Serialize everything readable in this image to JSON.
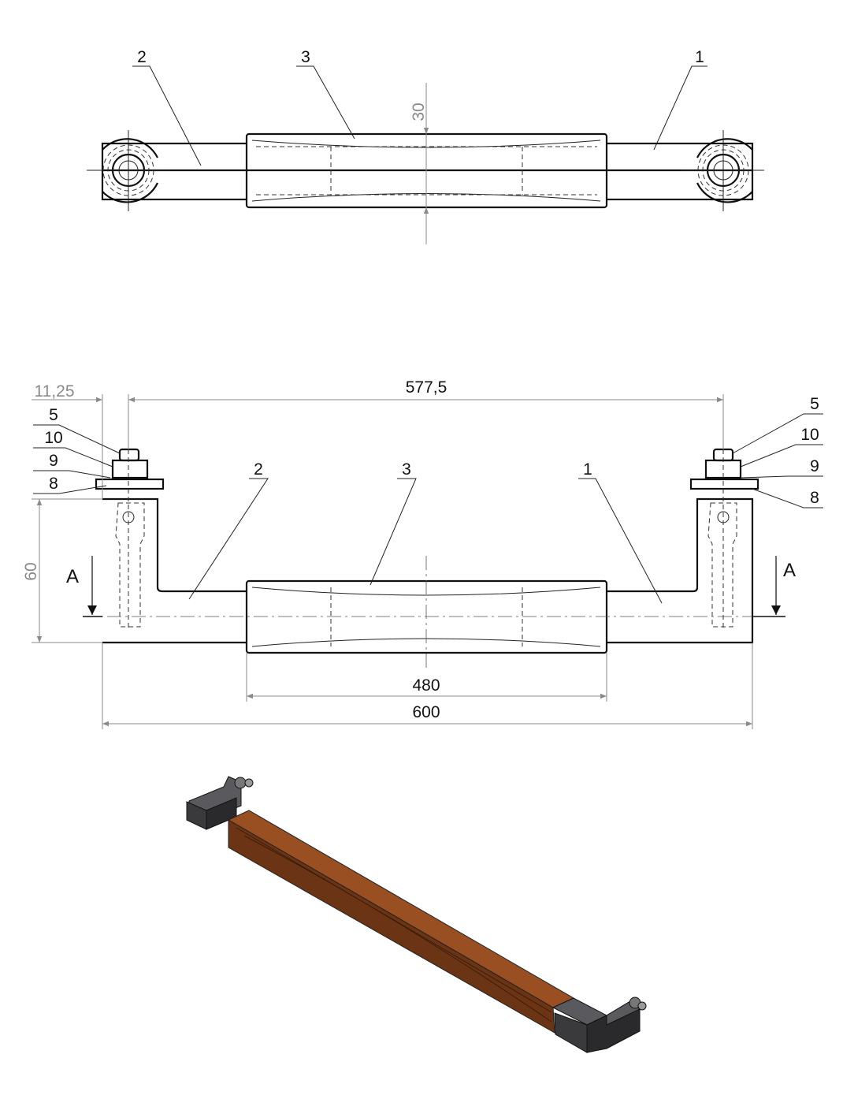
{
  "top_view": {
    "callouts": [
      "2",
      "3",
      "1"
    ],
    "dimension_height": "30"
  },
  "front_view": {
    "dimensions": {
      "bolt_offset": "11,25",
      "bolt_spacing": "577,5",
      "handle_length": "480",
      "overall_length": "600",
      "height": "60"
    },
    "left_callouts": [
      "5",
      "10",
      "9",
      "8"
    ],
    "right_callouts": [
      "5",
      "10",
      "9",
      "8"
    ],
    "part_callouts": [
      "2",
      "3",
      "1"
    ],
    "section_label": "A"
  },
  "isometric_view": {
    "colors": {
      "wood": "#9a4f22",
      "wood_dark": "#6b3415",
      "bracket": "#3a3a3c",
      "bracket_light": "#5a5a5e"
    }
  }
}
